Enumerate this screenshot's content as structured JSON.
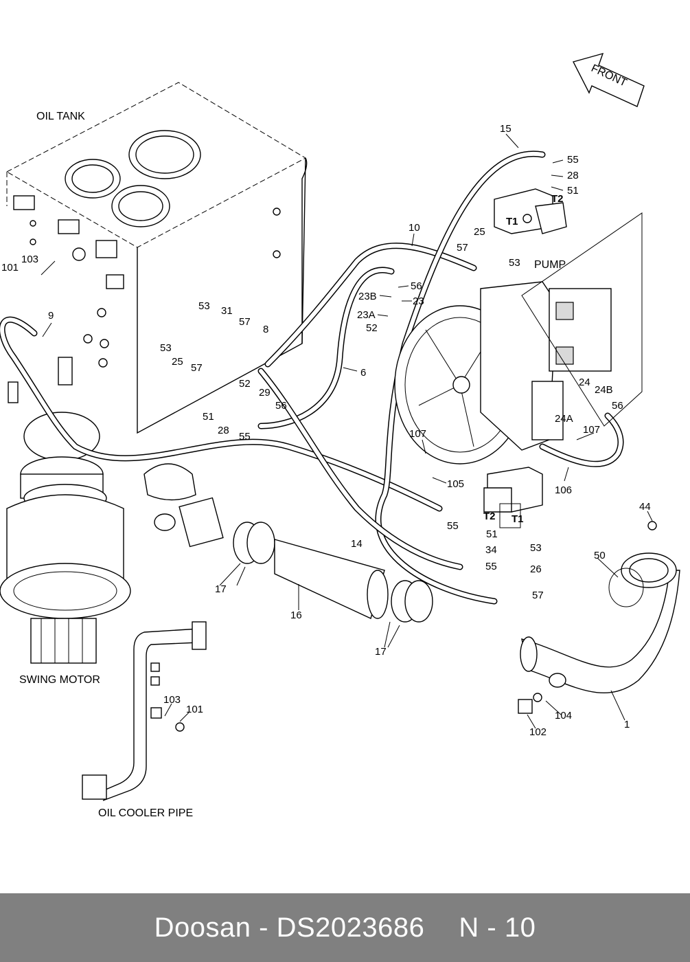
{
  "captions": {
    "oil_tank": "OIL TANK",
    "pump": "PUMP",
    "swing_motor": "SWING MOTOR",
    "oil_cooler_pipe": "OIL COOLER PIPE",
    "front": "FRONT",
    "t1_upper": "T1",
    "t2_upper": "T2",
    "t1_lower": "T1",
    "t2_lower": "T2"
  },
  "callouts": [
    {
      "id": "15",
      "text": "15"
    },
    {
      "id": "55a",
      "text": "55"
    },
    {
      "id": "28a",
      "text": "28"
    },
    {
      "id": "51a",
      "text": "51"
    },
    {
      "id": "10",
      "text": "10"
    },
    {
      "id": "25a",
      "text": "25"
    },
    {
      "id": "57a",
      "text": "57"
    },
    {
      "id": "53a",
      "text": "53"
    },
    {
      "id": "101a",
      "text": "101"
    },
    {
      "id": "103a",
      "text": "103"
    },
    {
      "id": "9",
      "text": "9"
    },
    {
      "id": "56a",
      "text": "56"
    },
    {
      "id": "23B",
      "text": "23B"
    },
    {
      "id": "23",
      "text": "23"
    },
    {
      "id": "23A",
      "text": "23A"
    },
    {
      "id": "52a",
      "text": "52"
    },
    {
      "id": "53b",
      "text": "53"
    },
    {
      "id": "31",
      "text": "31"
    },
    {
      "id": "57b",
      "text": "57"
    },
    {
      "id": "8",
      "text": "8"
    },
    {
      "id": "53c",
      "text": "53"
    },
    {
      "id": "25b",
      "text": "25"
    },
    {
      "id": "57c",
      "text": "57"
    },
    {
      "id": "6",
      "text": "6"
    },
    {
      "id": "52b",
      "text": "52"
    },
    {
      "id": "29",
      "text": "29"
    },
    {
      "id": "56b",
      "text": "56"
    },
    {
      "id": "51b",
      "text": "51"
    },
    {
      "id": "28b",
      "text": "28"
    },
    {
      "id": "55b",
      "text": "55"
    },
    {
      "id": "24",
      "text": "24"
    },
    {
      "id": "24B",
      "text": "24B"
    },
    {
      "id": "56c",
      "text": "56"
    },
    {
      "id": "24A",
      "text": "24A"
    },
    {
      "id": "107a",
      "text": "107"
    },
    {
      "id": "107b",
      "text": "107"
    },
    {
      "id": "105",
      "text": "105"
    },
    {
      "id": "106",
      "text": "106"
    },
    {
      "id": "44",
      "text": "44"
    },
    {
      "id": "55c",
      "text": "55"
    },
    {
      "id": "51c",
      "text": "51"
    },
    {
      "id": "34",
      "text": "34"
    },
    {
      "id": "55d",
      "text": "55"
    },
    {
      "id": "53d",
      "text": "53"
    },
    {
      "id": "26",
      "text": "26"
    },
    {
      "id": "57d",
      "text": "57"
    },
    {
      "id": "14",
      "text": "14"
    },
    {
      "id": "50",
      "text": "50"
    },
    {
      "id": "17a",
      "text": "17"
    },
    {
      "id": "16",
      "text": "16"
    },
    {
      "id": "17b",
      "text": "17"
    },
    {
      "id": "1",
      "text": "1"
    },
    {
      "id": "103b",
      "text": "103"
    },
    {
      "id": "101b",
      "text": "101"
    },
    {
      "id": "104",
      "text": "104"
    },
    {
      "id": "102",
      "text": "102"
    }
  ],
  "footer": {
    "part_ref": "Doosan - DS2023686",
    "page_ref": "N - 10"
  }
}
